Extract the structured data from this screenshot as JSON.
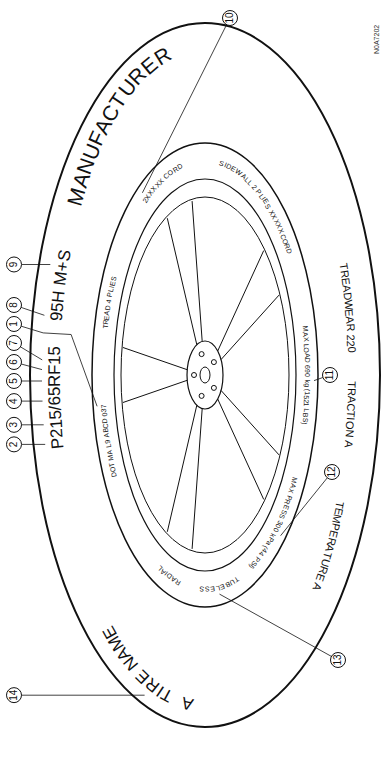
{
  "diagram": {
    "labels": [
      "A",
      "TIRE NAME",
      "P215/65RF15",
      "95H M+S",
      "MANUFACTURER",
      "TREADWEAR 220",
      "TRACTION A",
      "TEMPERATURE A",
      "RADIAL",
      "DOT MA L9 ABCD 037",
      "TREAD 4 PLIES",
      "2XXXXX CORD",
      "SIDEWALL 2 PLIES XXXXX CORD",
      "MAX LOAD 690 kg (1521 LBS)",
      "MAX PRESS 300 kPa (44 PSI)",
      "TUBELESS",
      "14",
      "2",
      "3",
      "4",
      "5",
      "6",
      "7",
      "1",
      "8",
      "9",
      "10",
      "11",
      "12",
      "13",
      "N0A7202"
    ]
  }
}
